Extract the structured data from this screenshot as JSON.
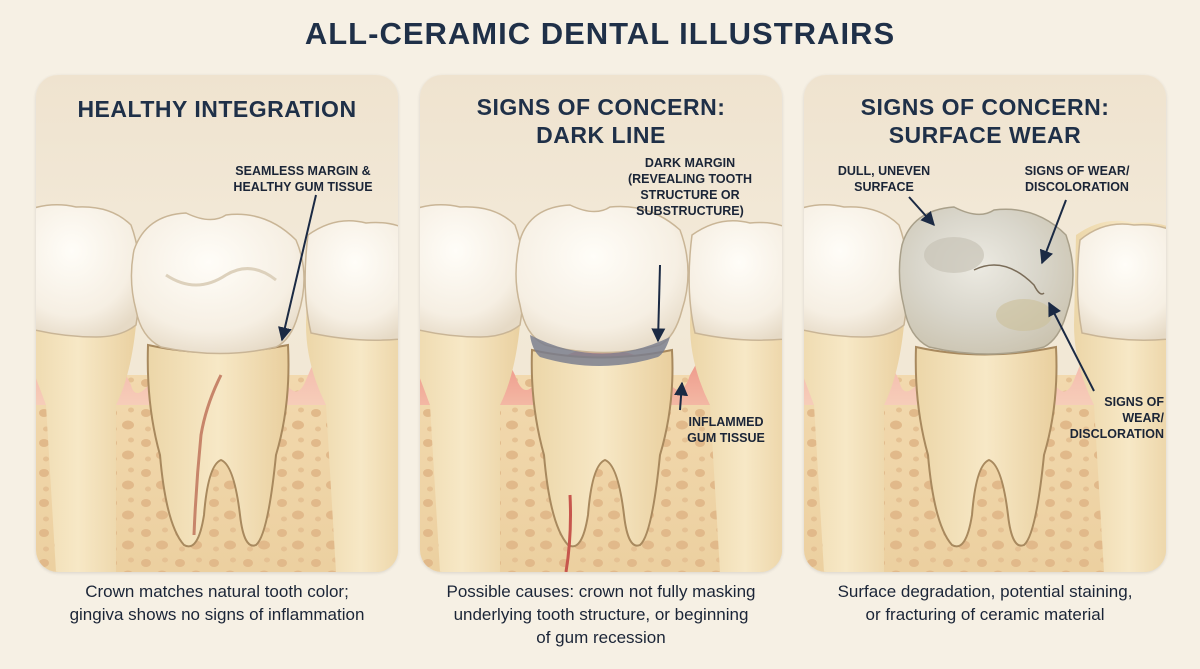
{
  "title": "ALL-CERAMIC DENTAL ILLUSTRAIRS",
  "panels": [
    {
      "title_lines": [
        "HEALTHY INTEGRATION"
      ],
      "labels": [
        {
          "lines": [
            "SEAMLESS MARGIN &",
            "HEALTHY GUM TISSUE"
          ]
        }
      ],
      "caption_lines": [
        "Crown matches natural tooth color;",
        "gingiva shows no signs of inflammation"
      ]
    },
    {
      "title_lines": [
        "SIGNS OF CONCERN:",
        "DARK LINE"
      ],
      "labels": [
        {
          "lines": [
            "DARK MARGIN",
            "(REVEALING TOOTH",
            "STRUCTURE OR",
            "SUBSTRUCTURE)"
          ]
        },
        {
          "lines": [
            "INFLAMMED",
            "GUM TISSUE"
          ]
        }
      ],
      "caption_lines": [
        "Possible causes: crown not fully masking",
        "underlying tooth structure, or beginning",
        "of gum recession"
      ]
    },
    {
      "title_lines": [
        "SIGNS OF CONCERN:",
        "SURFACE WEAR"
      ],
      "labels": [
        {
          "lines": [
            "DULL, UNEVEN",
            "SURFACE"
          ]
        },
        {
          "lines": [
            "SIGNS OF WEAR/",
            "DISCOLORATION"
          ]
        },
        {
          "lines": [
            "SIGNS OF",
            "WEAR/",
            "DISCLORATION"
          ]
        }
      ],
      "caption_lines": [
        "Surface degradation, potential staining,",
        "or fracturing of ceramic material"
      ]
    }
  ]
}
